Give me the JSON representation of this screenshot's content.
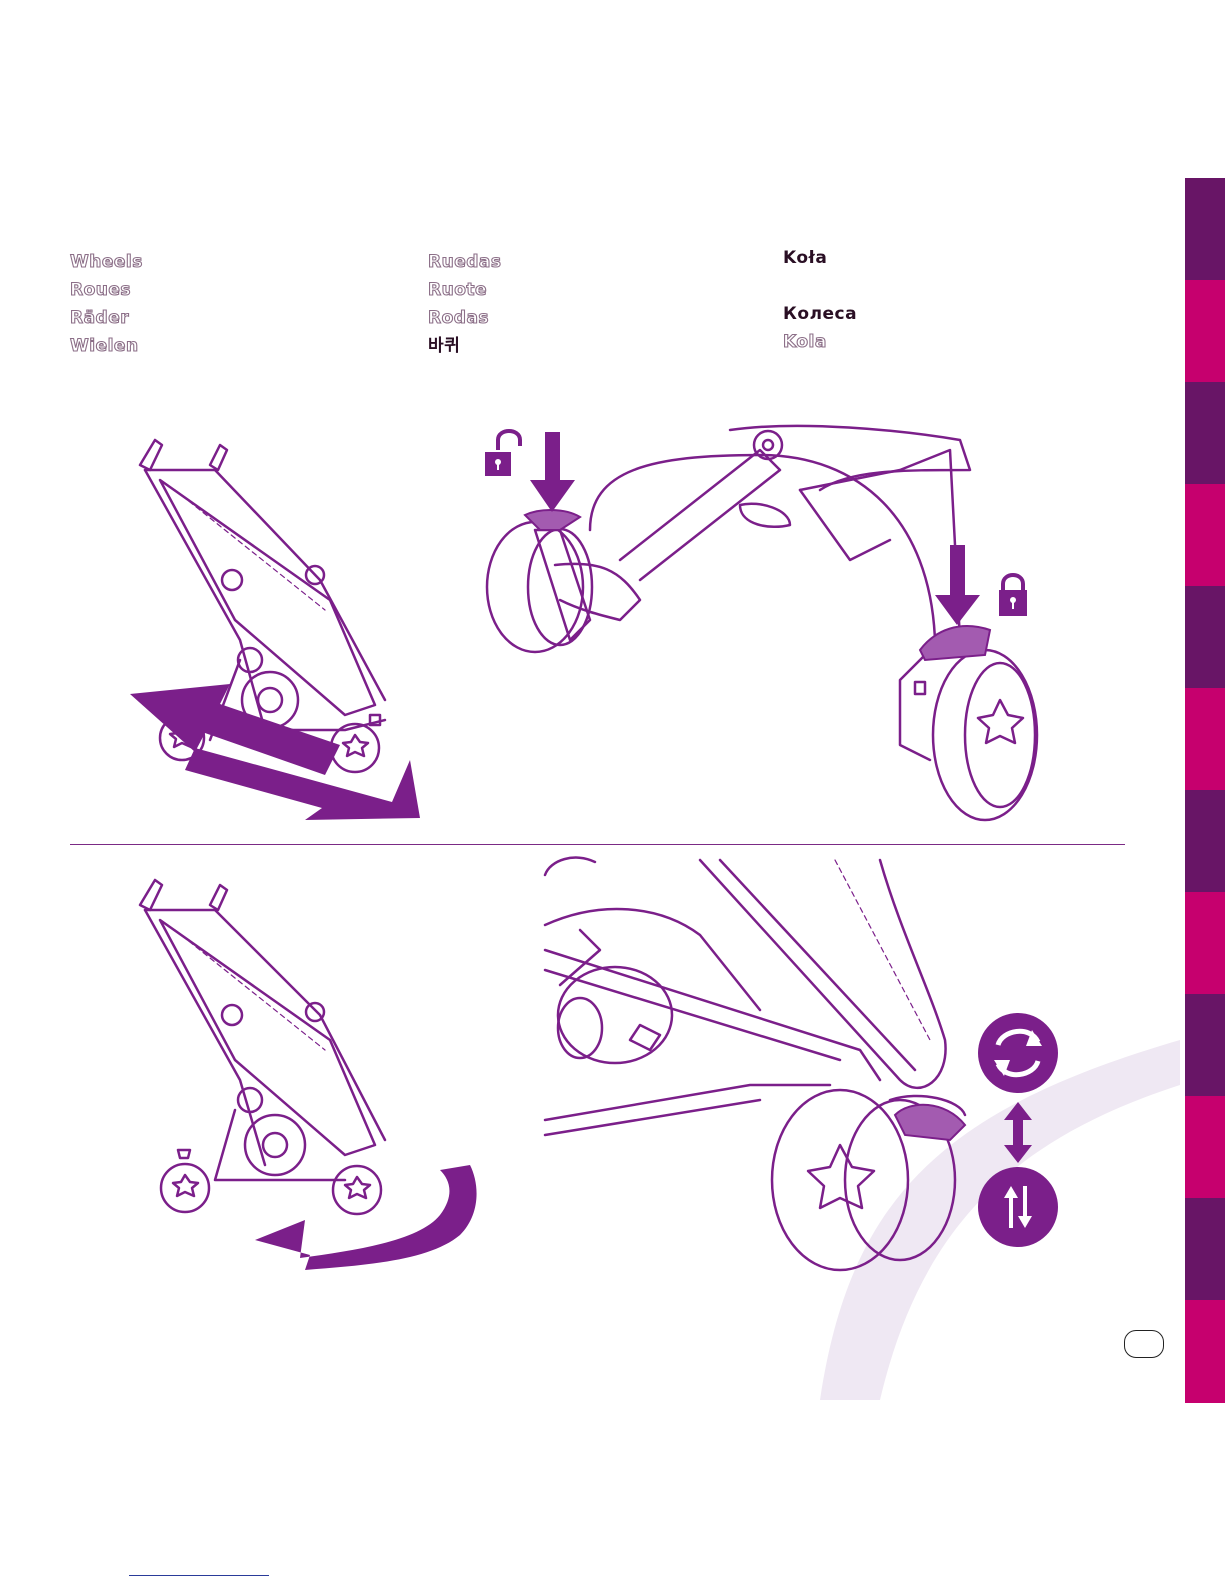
{
  "columns": [
    {
      "items": [
        {
          "text": "Wheels",
          "style": "outline"
        },
        {
          "text": "Roues",
          "style": "outline"
        },
        {
          "text": "Räder",
          "style": "outline"
        },
        {
          "text": "Wielen",
          "style": "outline"
        }
      ]
    },
    {
      "items": [
        {
          "text": "Ruedas",
          "style": "outline"
        },
        {
          "text": "Ruote",
          "style": "outline"
        },
        {
          "text": "Rodas",
          "style": "outline"
        },
        {
          "text": "바퀴",
          "style": "solid"
        }
      ]
    },
    {
      "items": [
        {
          "text": "Koła",
          "style": "solid"
        },
        {
          "text": "",
          "style": "outline"
        },
        {
          "text": "Колеса",
          "style": "solid"
        },
        {
          "text": "Kola",
          "style": "outline"
        }
      ]
    }
  ],
  "colors": {
    "purple": "#7b1f8a",
    "light_purple": "#a35bb0",
    "tab_dark": "#681566",
    "tab_magenta": "#c6006e",
    "watermark": "#efe8f3"
  },
  "icons": [
    "unlock-icon",
    "lock-icon",
    "swivel-icon",
    "fixed-direction-icon",
    "up-down-arrow-icon"
  ],
  "side_tabs": [
    "dark",
    "magenta",
    "dark",
    "magenta",
    "dark",
    "magenta",
    "dark",
    "magenta",
    "dark",
    "magenta",
    "dark",
    "magenta"
  ]
}
